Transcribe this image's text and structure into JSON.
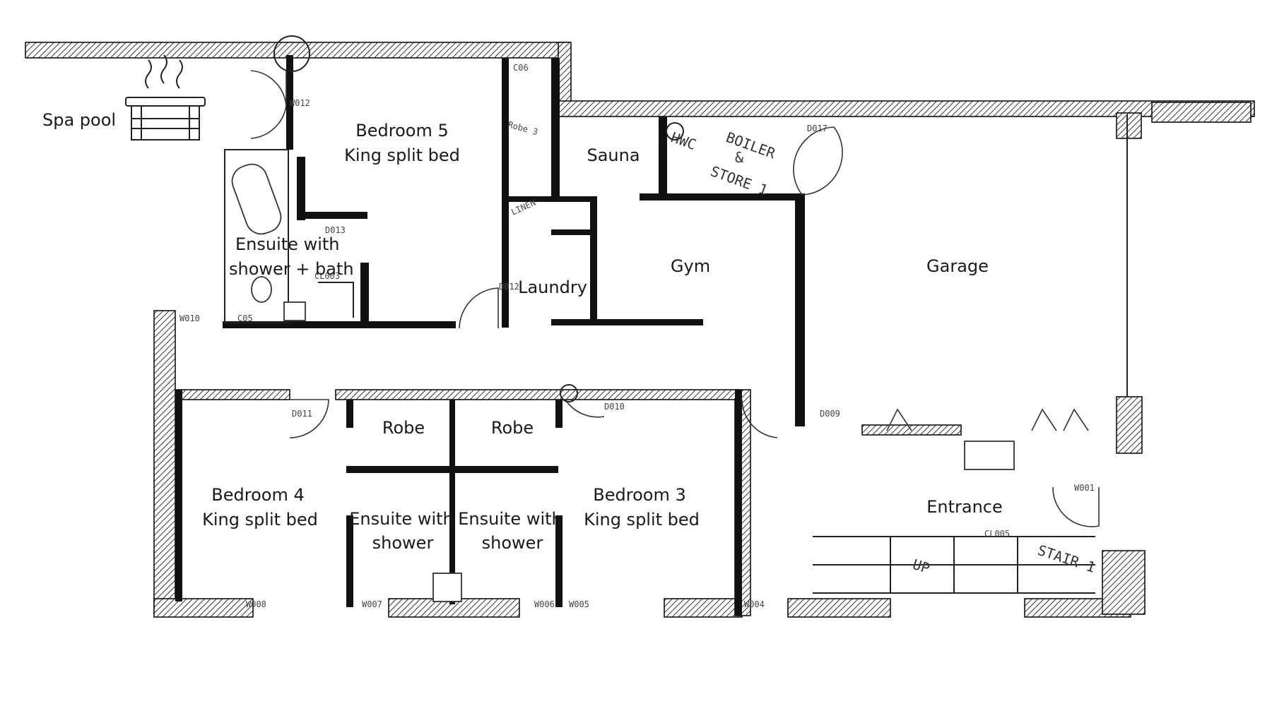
{
  "rooms": {
    "spa_pool": "Spa pool",
    "bedroom5": [
      "Bedroom 5",
      "King split bed"
    ],
    "ensuite_bath": [
      "Ensuite with",
      "shower + bath"
    ],
    "sauna": "Sauna",
    "boiler": [
      "BOILER",
      "&",
      "STORE 1"
    ],
    "hwc": "HWC",
    "robe3": "Robe 3",
    "linen": "LINEN",
    "laundry": "Laundry",
    "gym": "Gym",
    "garage": "Garage",
    "robe_left": "Robe",
    "robe_right": "Robe",
    "bedroom4": [
      "Bedroom 4",
      "King split bed"
    ],
    "ensuite_left": [
      "Ensuite with",
      "shower"
    ],
    "ensuite_right": [
      "Ensuite with",
      "shower"
    ],
    "bedroom3": [
      "Bedroom 3",
      "King split bed"
    ],
    "entrance": "Entrance",
    "stair": "STAIR 1",
    "up": "UP"
  },
  "codes": {
    "c06": "C06",
    "d017": "D017",
    "d013": "D013",
    "d012": "D012",
    "cl003": "CL003",
    "c05": "C05",
    "w010": "W010",
    "w012": "W012",
    "d011": "D011",
    "d010": "D010",
    "d009": "D009",
    "cl005": "CL005",
    "w001": "W001",
    "w008": "W008",
    "w007": "W007",
    "w006": "W006",
    "w005": "W005",
    "w004": "W004"
  }
}
